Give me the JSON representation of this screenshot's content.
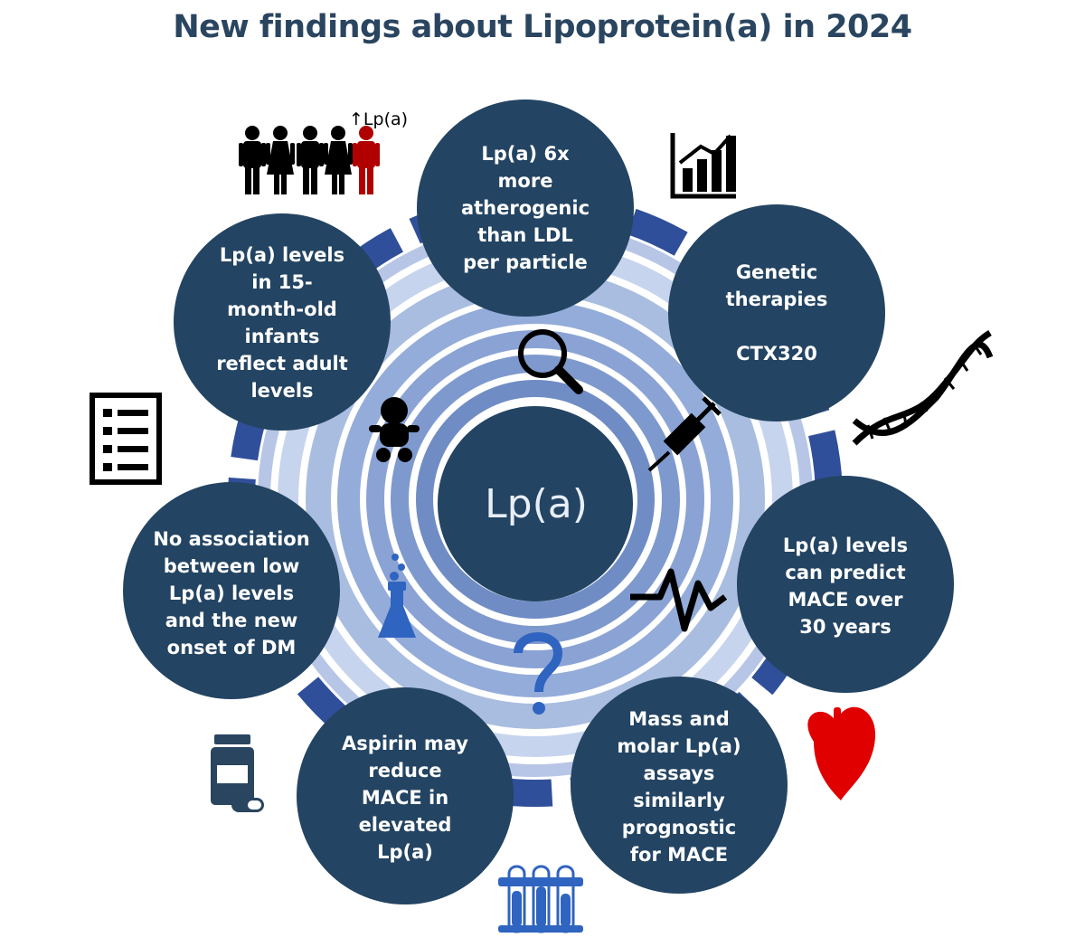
{
  "title": "New findings about Lipoprotein(a) in 2024",
  "center_label": "Lp(a)",
  "people_label": "↑Lp(a)",
  "findings": [
    {
      "id": "atherogenic",
      "text": "Lp(a) 6x\nmore\natherogenic\nthan LDL\nper particle"
    },
    {
      "id": "genetic-therapies",
      "text": "Genetic\ntherapies\n\nCTX320"
    },
    {
      "id": "predict-mace",
      "text": "Lp(a) levels\ncan predict\nMACE over\n30 years"
    },
    {
      "id": "mass-molar-assays",
      "text": "Mass and\nmolar Lp(a)\nassays\nsimilarly\nprognostic\nfor MACE"
    },
    {
      "id": "aspirin",
      "text": "Aspirin may\nreduce\nMACE in\nelevated\nLp(a)"
    },
    {
      "id": "diabetes",
      "text": "No association\nbetween low\nLp(a) levels\nand the new\nonset of DM"
    },
    {
      "id": "infants",
      "text": "Lp(a) levels\nin 15-\nmonth-old\ninfants\nreflect adult\nlevels"
    }
  ],
  "icons": [
    "people-icon",
    "bar-chart-icon",
    "dna-icon",
    "heart-icon",
    "test-tubes-icon",
    "pill-bottle-icon",
    "checklist-icon",
    "magnifier-icon",
    "syringe-icon",
    "ecg-icon",
    "question-mark-icon",
    "flask-icon",
    "baby-icon"
  ],
  "colors": {
    "title": "#2a4560",
    "circle_fill": "#234462",
    "ring_outer": "#2f4f9a",
    "ring_light": "#a9bde0",
    "heart": "#e00000",
    "person_highlight": "#b00000",
    "icon_blue": "#3a6fc4"
  }
}
